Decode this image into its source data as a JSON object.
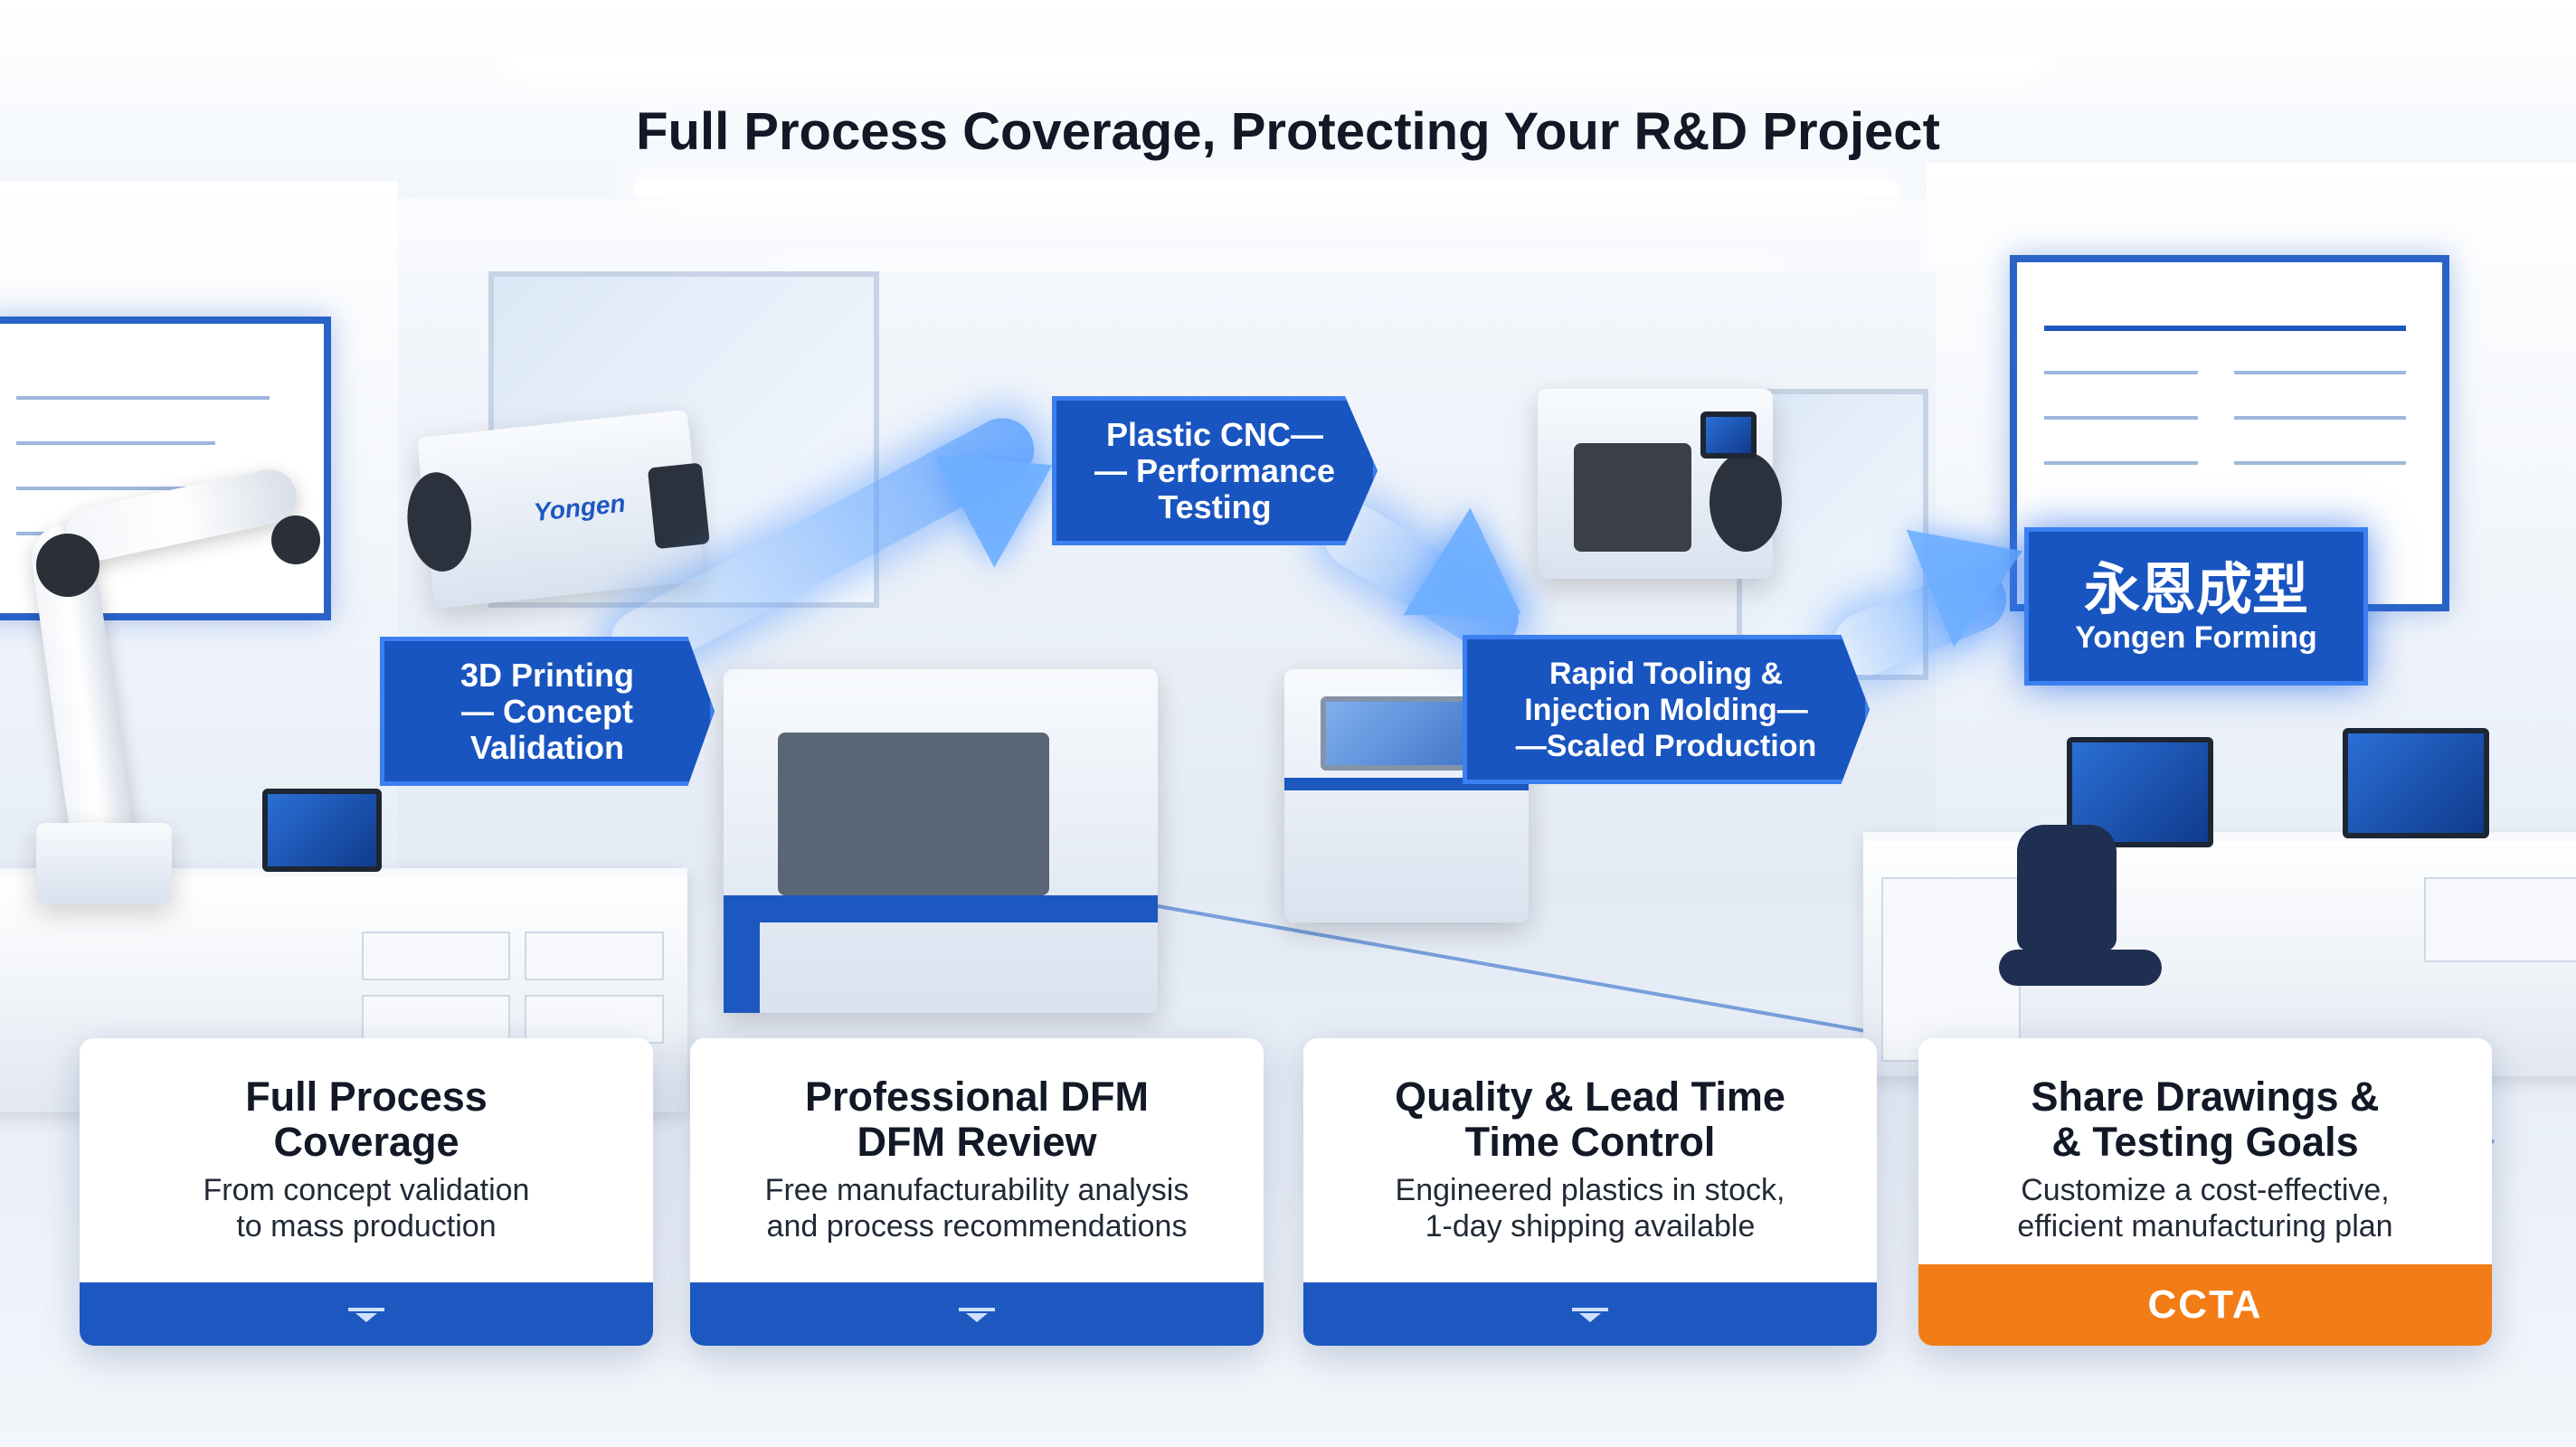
{
  "headline": "Full Process Coverage, Protecting Your R&D Project",
  "stages": [
    {
      "lines": [
        "3D Printing",
        "— Concept",
        "Validation"
      ]
    },
    {
      "lines": [
        "Plastic CNC—",
        "— Performance",
        "Testing"
      ]
    },
    {
      "lines": [
        "Rapid Tooling &",
        "Injection Molding—",
        "—Scaled Production"
      ]
    }
  ],
  "brand": {
    "cn": "永恩成型",
    "en": "Yongen Forming"
  },
  "machine_label": "Yongen",
  "cards": [
    {
      "title": [
        "Full Process",
        "Coverage"
      ],
      "desc": [
        "From concept validation",
        "to mass production"
      ]
    },
    {
      "title": [
        "Professional DFM",
        "DFM Review"
      ],
      "desc": [
        "Free manufacturability analysis",
        "and process recommendations"
      ]
    },
    {
      "title": [
        "Quality & Lead Time",
        "Time Control"
      ],
      "desc": [
        "Engineered plastics in stock,",
        "1-day shipping available"
      ]
    },
    {
      "title": [
        "Share Drawings &",
        "& Testing Goals"
      ],
      "desc": [
        "Customize a cost-effective,",
        "efficient manufacturing plan"
      ],
      "cta": "CCTA"
    }
  ],
  "colors": {
    "brand_blue": "#1955c0",
    "accent_orange": "#f27c16",
    "text_dark": "#121826"
  },
  "icons": [
    "chevron-down-icon"
  ]
}
